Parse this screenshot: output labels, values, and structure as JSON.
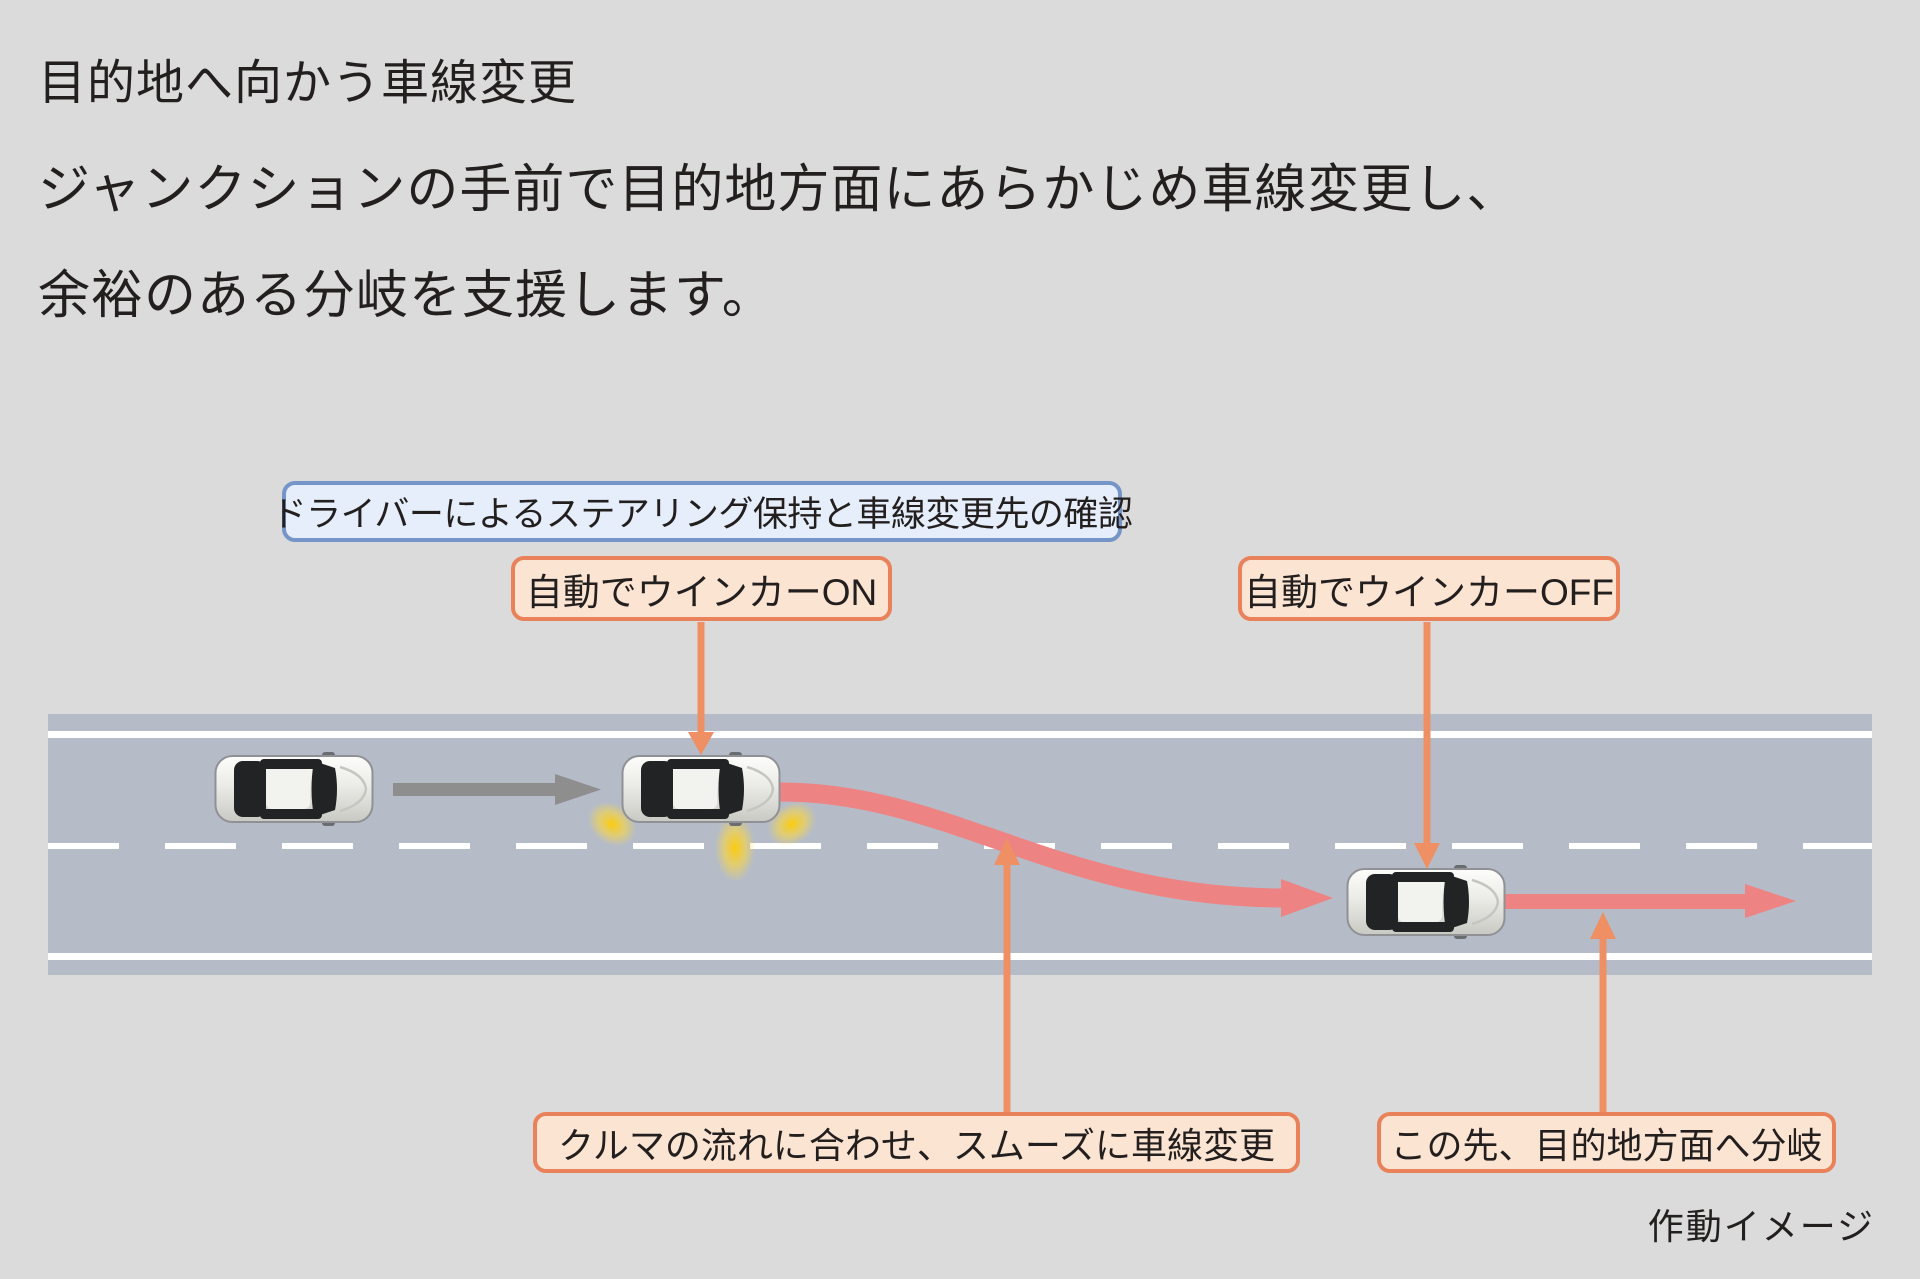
{
  "title": {
    "line1": "目的地へ向かう車線変更",
    "line2": "ジャンクションの手前で目的地方面にあらかじめ車線変更し、",
    "line3": "余裕のある分岐を支援します。"
  },
  "callouts": {
    "driver_confirm": "ドライバーによるステアリング保持と車線変更先の確認",
    "blinker_on": "自動でウインカーON",
    "blinker_off": "自動でウインカーOFF",
    "smooth_lane_change": "クルマの流れに合わせ、スムーズに車線変更",
    "branch_ahead": "この先、目的地方面へ分岐"
  },
  "caption": "作動イメージ",
  "icons": {
    "car": "top-down-car-icon",
    "gray_arrow": "forward-arrow-icon",
    "pink_path": "lane-change-path-arrow-icon",
    "blinker": "turn-signal-glow-icon"
  },
  "colors": {
    "background": "#dbdbdb",
    "road": "#b5bcc8",
    "lane-marking": "#ffffff",
    "accent-blue": "#7595c8",
    "accent-blue-fill": "#e5eefa",
    "accent-orange": "#e9815b",
    "accent-orange-fill": "#fce4d3",
    "connector-orange": "#ef8f64",
    "path-pink": "#ee8383",
    "arrow-gray": "#8e8e8e",
    "blinker-yellow": "#ffcc00",
    "text": "#221f1e"
  }
}
